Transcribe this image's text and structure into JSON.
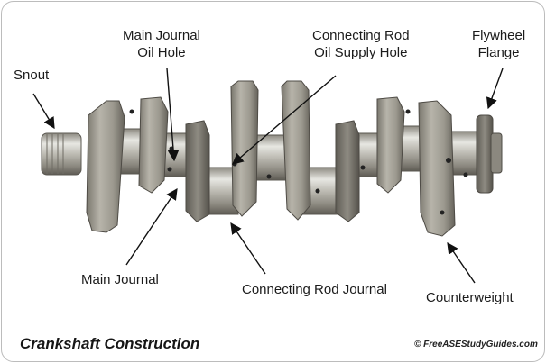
{
  "labels": {
    "snout": "Snout",
    "main_journal_oil_hole_line1": "Main Journal",
    "main_journal_oil_hole_line2": "Oil Hole",
    "conn_rod_oil_supply_line1": "Connecting Rod",
    "conn_rod_oil_supply_line2": "Oil Supply Hole",
    "flywheel_line1": "Flywheel",
    "flywheel_line2": "Flange",
    "main_journal": "Main Journal",
    "conn_rod_journal": "Connecting Rod Journal",
    "counterweight": "Counterweight"
  },
  "caption": "Crankshaft Construction",
  "copyright": "© FreeASEStudyGuides.com",
  "colors": {
    "label_text": "#1b1b1b",
    "arrow": "#111111",
    "metal_light": "#dcdcd6",
    "metal_mid": "#a7a59c",
    "metal_dark": "#6e6b62",
    "border": "#bcbcbc"
  },
  "icons": [
    "crankshaft-illustration",
    "arrow"
  ]
}
